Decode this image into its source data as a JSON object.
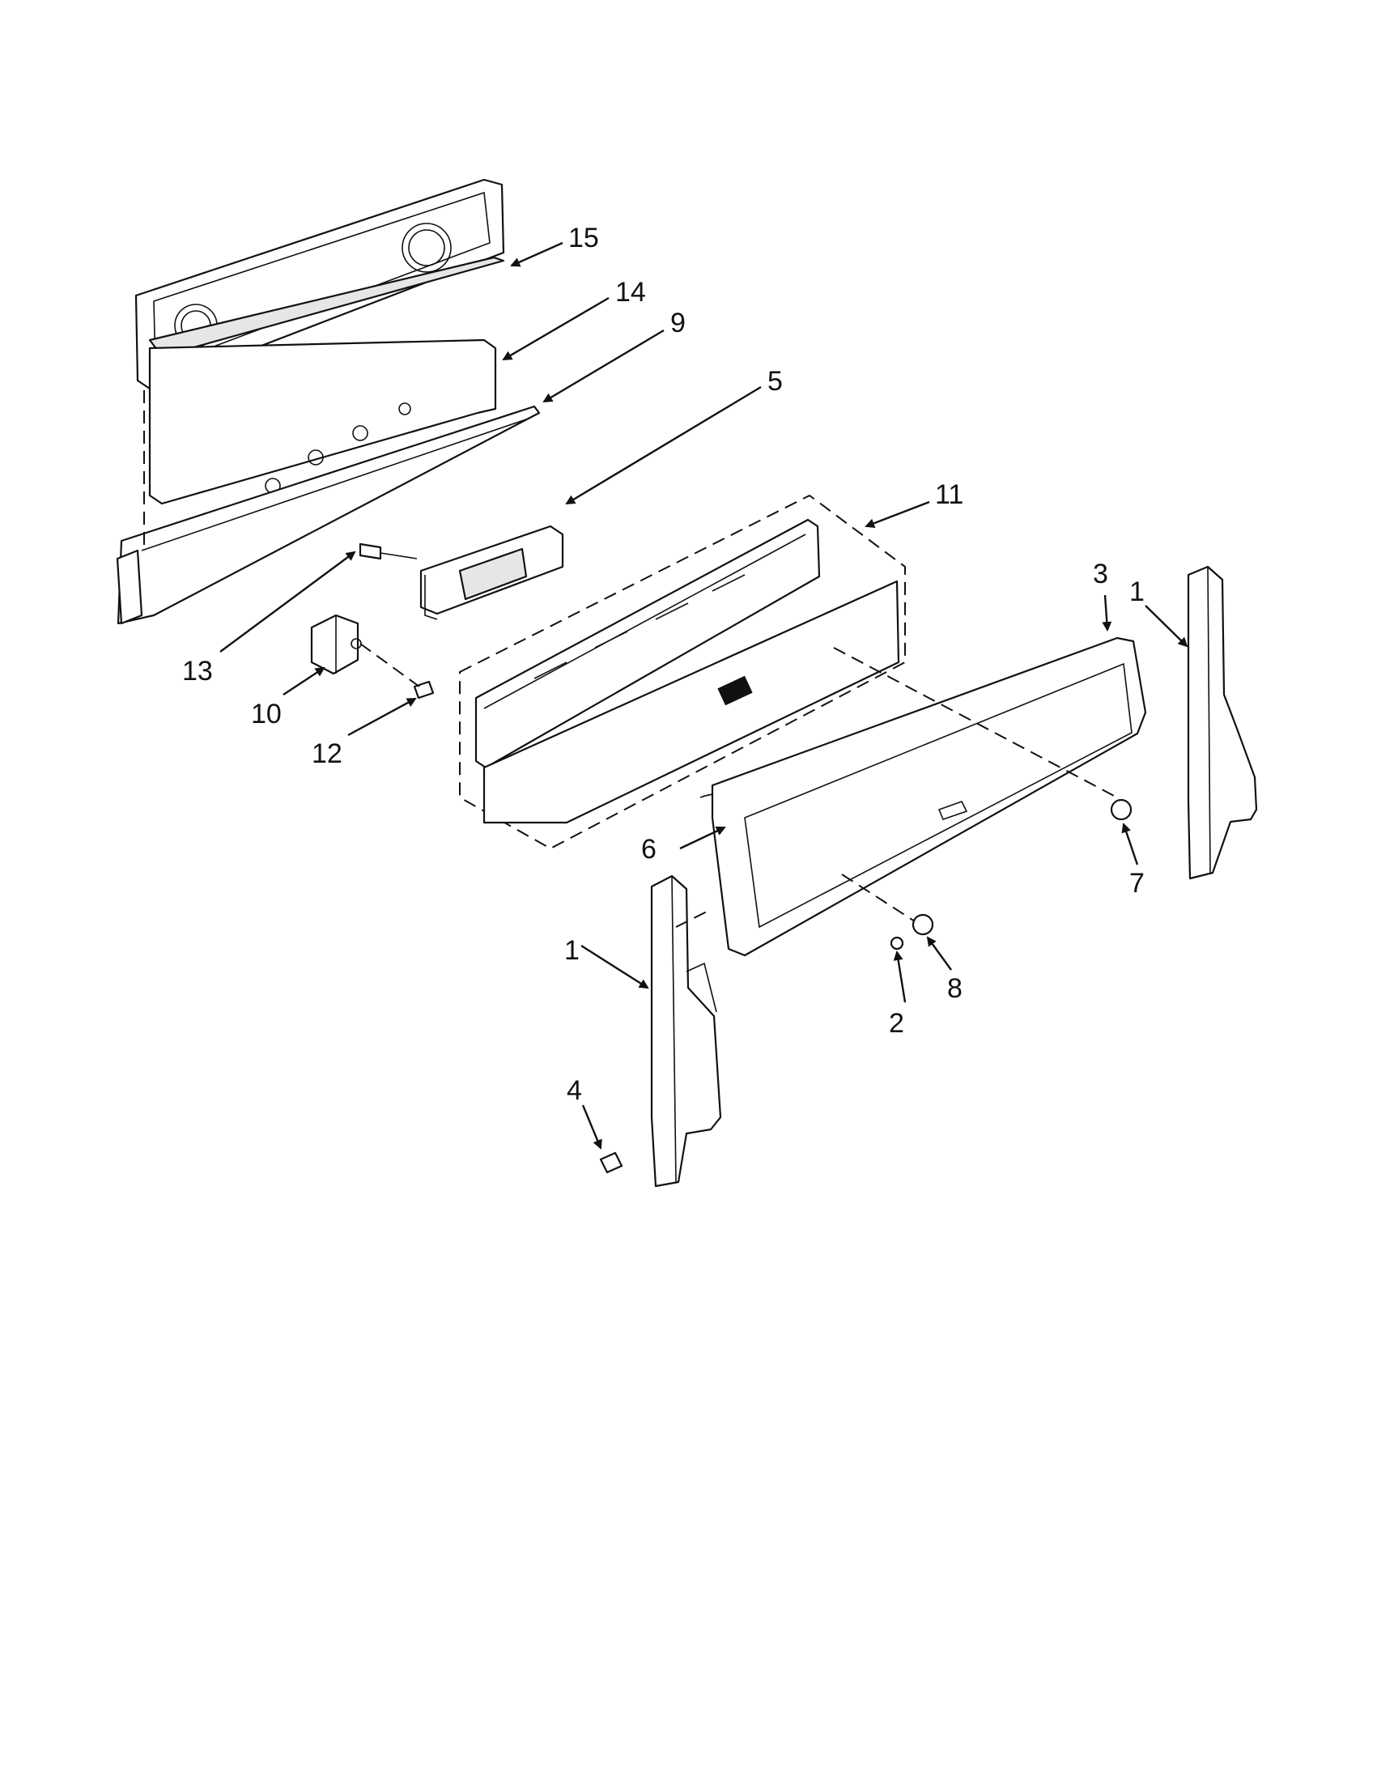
{
  "callouts": [
    {
      "id": "c15",
      "label": "15"
    },
    {
      "id": "c14",
      "label": "14"
    },
    {
      "id": "c9",
      "label": "9"
    },
    {
      "id": "c5",
      "label": "5"
    },
    {
      "id": "c11",
      "label": "11"
    },
    {
      "id": "c13",
      "label": "13"
    },
    {
      "id": "c10",
      "label": "10"
    },
    {
      "id": "c12",
      "label": "12"
    },
    {
      "id": "c3",
      "label": "3"
    },
    {
      "id": "c1a",
      "label": "1"
    },
    {
      "id": "c1b",
      "label": "1"
    },
    {
      "id": "c7",
      "label": "7"
    },
    {
      "id": "c6",
      "label": "6"
    },
    {
      "id": "c8",
      "label": "8"
    },
    {
      "id": "c2",
      "label": "2"
    },
    {
      "id": "c4",
      "label": "4"
    }
  ]
}
